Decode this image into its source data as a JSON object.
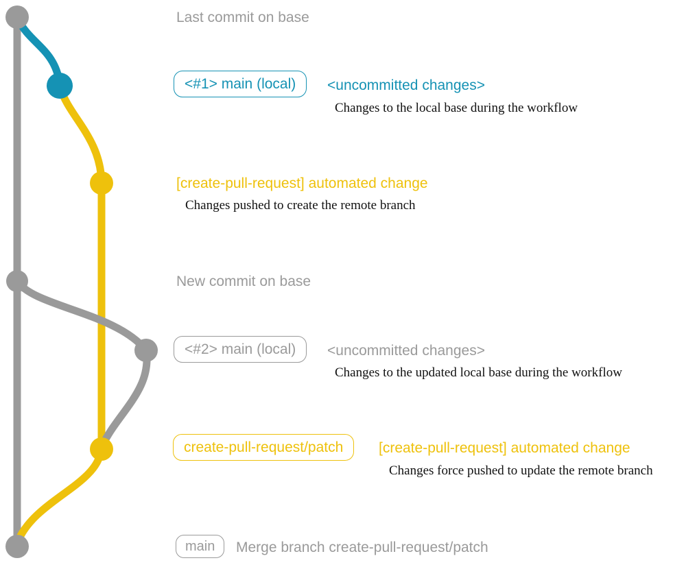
{
  "colors": {
    "base_gray": "#9a9a9a",
    "local_blue": "#1592b4",
    "patch_yellow": "#eec10c",
    "description_text": "#111111"
  },
  "graph": {
    "branches": [
      {
        "name": "base",
        "color_key": "base_gray"
      },
      {
        "name": "main (local)",
        "color_key": "local_blue"
      },
      {
        "name": "create-pull-request/patch",
        "color_key": "patch_yellow"
      }
    ],
    "commit_count": 7
  },
  "annotations": {
    "last_commit": {
      "caption": "Last commit on base"
    },
    "commit1": {
      "badge": "<#1> main (local)",
      "heading": "<uncommitted changes>",
      "description": "Changes to the local base during the workflow"
    },
    "push1": {
      "heading": "[create-pull-request] automated change",
      "description": "Changes pushed to create the remote branch"
    },
    "new_commit": {
      "caption": "New commit on base"
    },
    "commit2": {
      "badge": "<#2> main (local)",
      "heading": "<uncommitted changes>",
      "description": "Changes to the updated local base during the workflow"
    },
    "push2": {
      "badge": "create-pull-request/patch",
      "heading": "[create-pull-request] automated change",
      "description": "Changes force pushed to update the remote branch"
    },
    "merge": {
      "badge": "main",
      "caption": "Merge branch create-pull-request/patch"
    }
  }
}
